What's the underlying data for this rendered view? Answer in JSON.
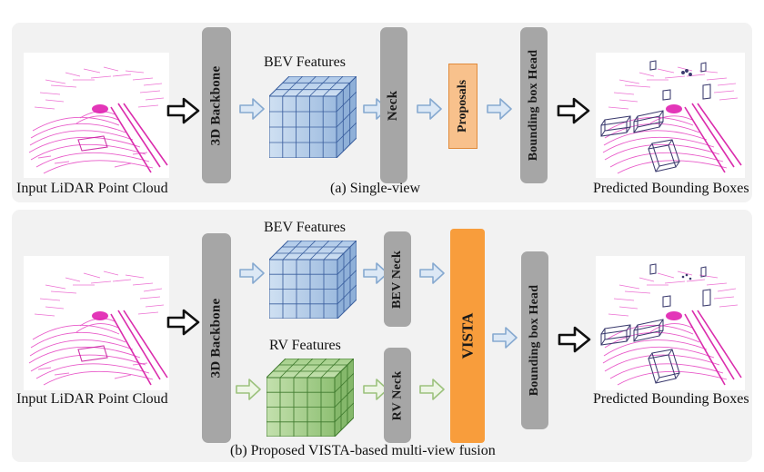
{
  "figure": {
    "panels": [
      {
        "id": "a",
        "caption": "(a) Single-view",
        "input_label": "Input LiDAR Point Cloud",
        "output_label": "Predicted Bounding Boxes",
        "feature_label": "BEV Features",
        "modules": [
          {
            "name": "3D Backbone",
            "label": "3D Backbone",
            "kind": "gray"
          },
          {
            "name": "Neck",
            "label": "Neck",
            "kind": "gray"
          },
          {
            "name": "Proposals",
            "label": "Proposals",
            "kind": "orange-light"
          },
          {
            "name": "Bounding box Head",
            "label": "Bounding box Head",
            "kind": "gray"
          }
        ],
        "arrows": [
          {
            "name": "input-to-backbone",
            "style": "black"
          },
          {
            "name": "backbone-to-bev",
            "style": "blue"
          },
          {
            "name": "bev-to-neck",
            "style": "blue"
          },
          {
            "name": "neck-to-proposals",
            "style": "blue"
          },
          {
            "name": "proposals-to-head",
            "style": "blue"
          },
          {
            "name": "head-to-output",
            "style": "black"
          }
        ]
      },
      {
        "id": "b",
        "caption": "(b) Proposed VISTA-based multi-view fusion",
        "input_label": "Input LiDAR Point Cloud",
        "output_label": "Predicted Bounding Boxes",
        "feature_labels": {
          "bev": "BEV Features",
          "rv": "RV Features"
        },
        "modules": [
          {
            "name": "3D Backbone",
            "label": "3D Backbone",
            "kind": "gray"
          },
          {
            "name": "BEV Neck",
            "label": "BEV Neck",
            "kind": "gray"
          },
          {
            "name": "RV Neck",
            "label": "RV Neck",
            "kind": "gray"
          },
          {
            "name": "VISTA",
            "label": "VISTA",
            "kind": "orange-solid"
          },
          {
            "name": "Bounding box Head",
            "label": "Bounding box Head",
            "kind": "gray"
          }
        ],
        "arrows": [
          {
            "name": "input-to-backbone",
            "style": "black"
          },
          {
            "name": "backbone-to-bev",
            "style": "blue"
          },
          {
            "name": "bev-to-bevneck",
            "style": "blue"
          },
          {
            "name": "bevneck-to-vista",
            "style": "blue"
          },
          {
            "name": "backbone-to-rv",
            "style": "green"
          },
          {
            "name": "rv-to-rvneck",
            "style": "green"
          },
          {
            "name": "rvneck-to-vista",
            "style": "green"
          },
          {
            "name": "vista-to-head",
            "style": "blue"
          },
          {
            "name": "head-to-output",
            "style": "black"
          }
        ]
      }
    ],
    "cubes": {
      "bev_a": {
        "name": "bev-feature-cube",
        "cols": 5,
        "rows": 4,
        "depth": 3,
        "color": "#b9cee8"
      },
      "bev_b": {
        "name": "bev-feature-cube",
        "cols": 5,
        "rows": 4,
        "depth": 3,
        "color": "#b9cee8"
      },
      "rv_b": {
        "name": "rv-feature-cube",
        "cols": 5,
        "rows": 4,
        "depth": 3,
        "color": "#a8d08d"
      }
    },
    "colors": {
      "panel_bg": "#f2f2f2",
      "module_gray": "#a6a6a6",
      "proposals_fill": "#f8c18c",
      "proposals_border": "#e08b3c",
      "vista_fill": "#f89d3c",
      "bev_cube": "#b9cee8",
      "bev_cube_edge": "#3b5f9e",
      "rv_cube": "#a8d08d",
      "rv_cube_edge": "#3f7a2e",
      "arrow_blue_fill": "#dce8f5",
      "arrow_blue_edge": "#86a9d0",
      "arrow_green_fill": "#eaf3e2",
      "arrow_green_edge": "#9cc27d",
      "arrow_black": "#111111",
      "point_cloud": "#e020b0",
      "bbox_wireframe": "#3b3b6e"
    }
  }
}
